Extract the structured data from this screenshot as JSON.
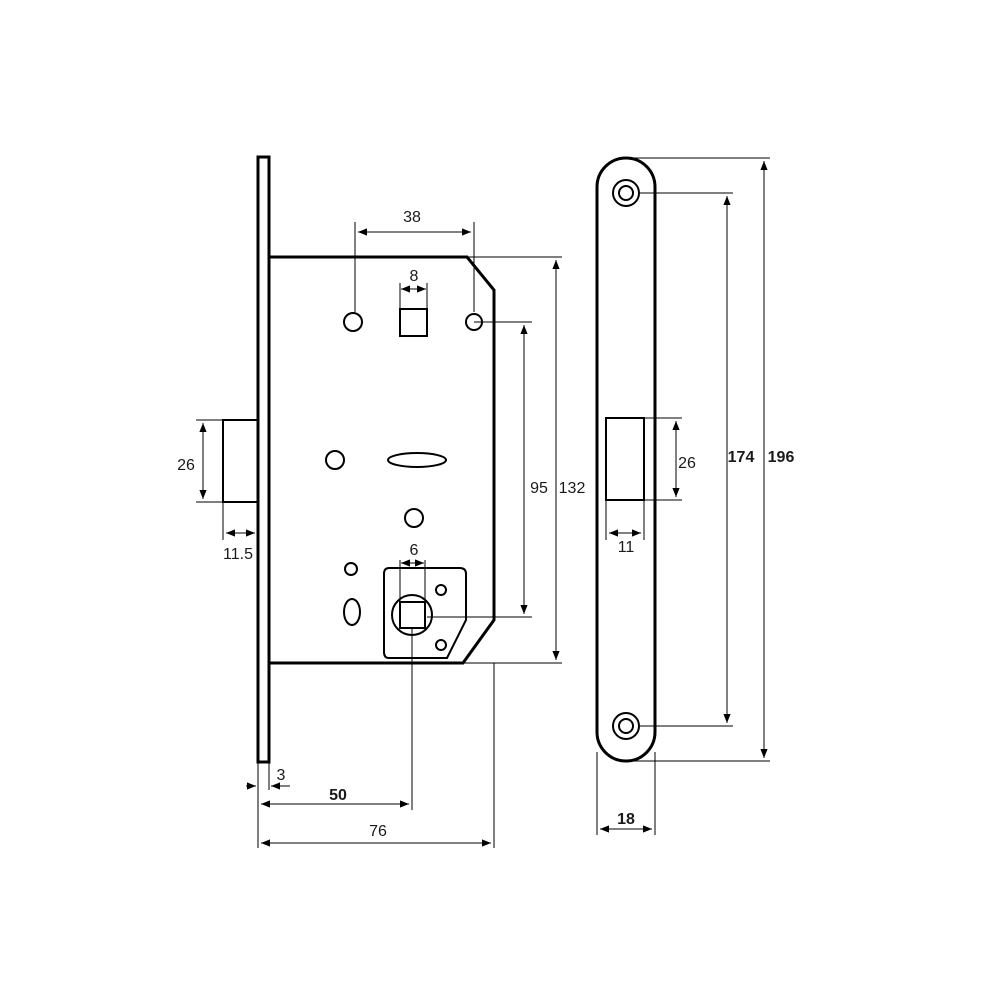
{
  "lock_body": {
    "dimensions": {
      "hole_spacing": "38",
      "latch_square": "8",
      "latch_throw": "26",
      "latch_depth": "11.5",
      "handle_to_cylinder": "95",
      "body_height": "132",
      "bolt_square": "6",
      "faceplate_thickness": "3",
      "backset": "50",
      "body_depth": "76"
    }
  },
  "strike_plate": {
    "dimensions": {
      "screw_spacing": "174",
      "plate_height": "196",
      "opening_height": "26",
      "opening_width": "11",
      "plate_width": "18"
    }
  },
  "colors": {
    "line": "#000000",
    "text": "#1a1a1a",
    "background": "#ffffff"
  }
}
